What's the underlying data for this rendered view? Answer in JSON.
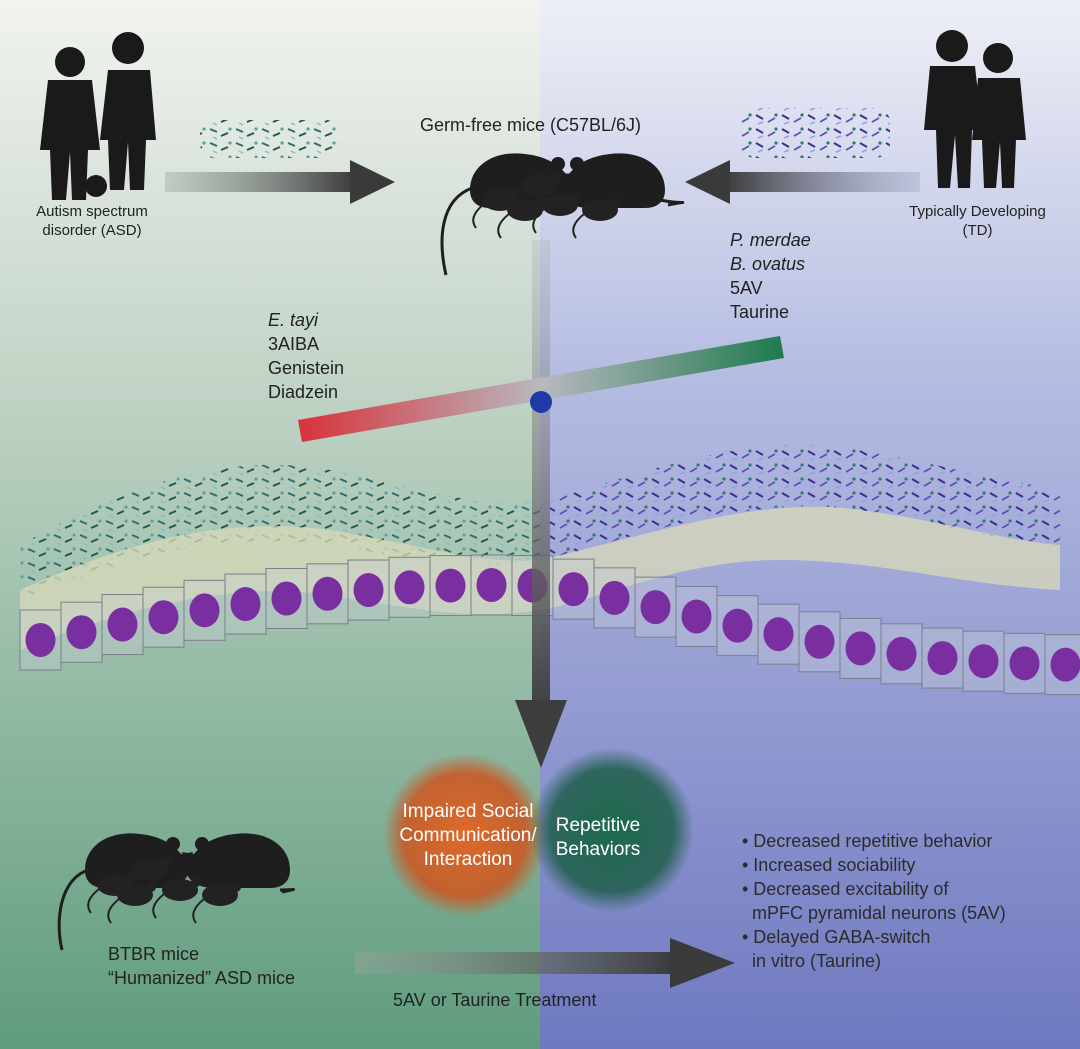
{
  "labels": {
    "asd_source": "Autism spectrum disorder (ASD)",
    "asd_source_line1": "Autism spectrum",
    "asd_source_line2": "disorder (ASD)",
    "td_source_line1": "Typically Developing",
    "td_source_line2": "(TD)",
    "germ_free": "Germ-free mice (C57BL/6J)",
    "btbr_line1": "BTBR mice",
    "btbr_line2": "“Humanized” ASD mice",
    "treatment": "5AV or Taurine Treatment"
  },
  "asd_factors": [
    "E. tayi",
    "3AIBA",
    "Genistein",
    "Diadzein"
  ],
  "td_factors": [
    "P. merdae",
    "B. ovatus",
    "5AV",
    "Taurine"
  ],
  "phenotypes": {
    "social_line1": "Impaired Social",
    "social_line2": "Communication/",
    "social_line3": "Interaction",
    "repetitive_line1": "Repetitive",
    "repetitive_line2": "Behaviors"
  },
  "outcomes": [
    "• Decreased repetitive behavior",
    "• Increased sociability",
    "• Decreased excitability of",
    "  mPFC pyramidal neurons (5AV)",
    "• Delayed GABA-switch",
    "  in vitro (Taurine)"
  ],
  "colors": {
    "asd_panel": "#a9c4b4",
    "td_panel": "#9aa6d6",
    "nucleus": "#7a2fa0",
    "red_end": "#d8323a",
    "green_end": "#1e7a4e",
    "social_circle": "#d86a2a",
    "repetitive_circle": "#1f6a4a",
    "arrow": "#3d3d3d"
  }
}
